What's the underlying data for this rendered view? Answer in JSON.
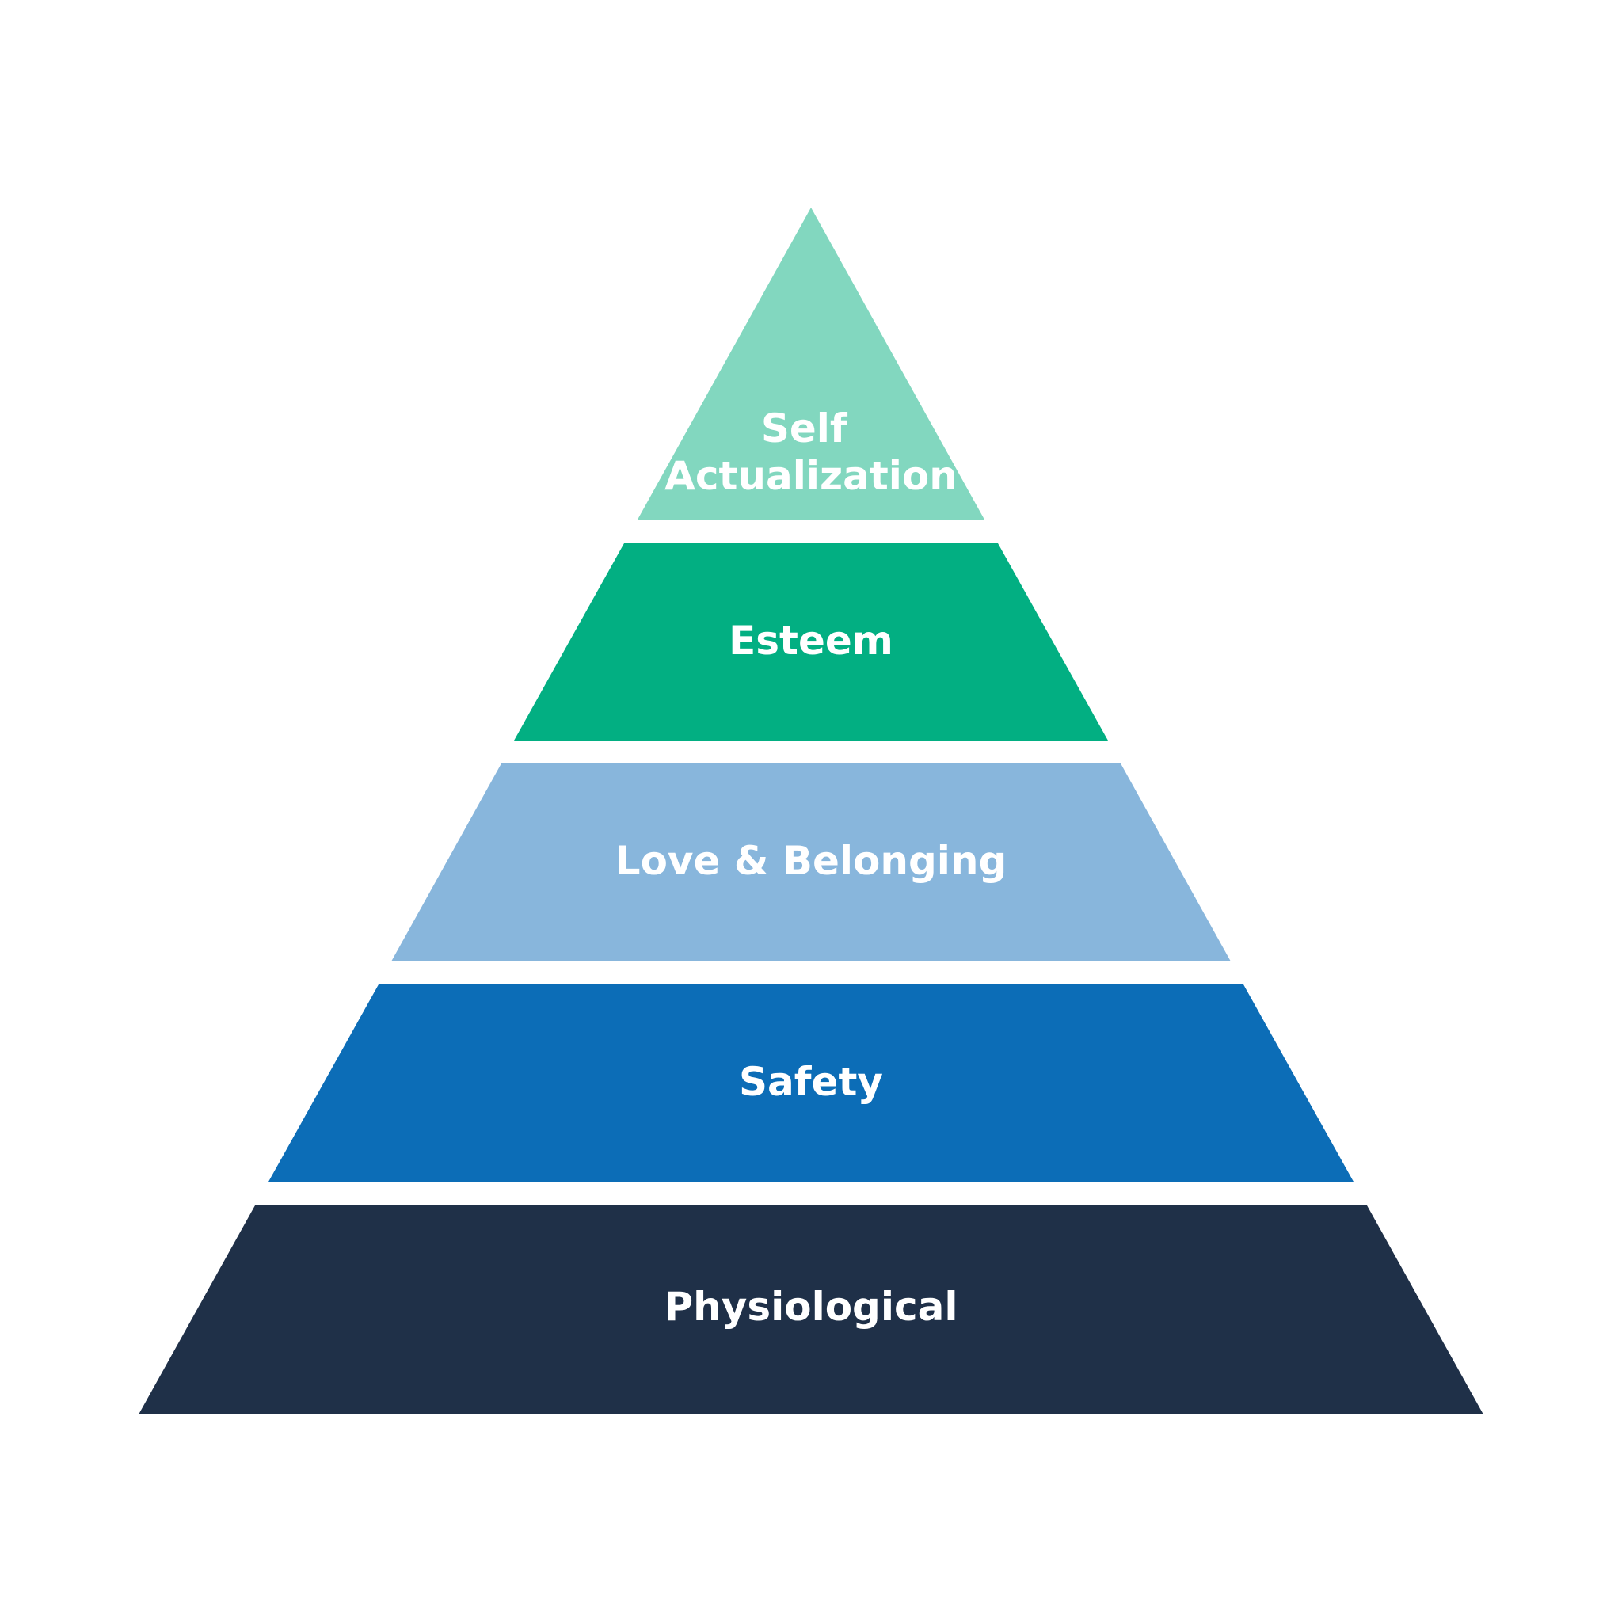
{
  "diagram": {
    "type": "pyramid",
    "levels": [
      {
        "key": "self_actualization",
        "label_lines": [
          "Self",
          "Actualization"
        ],
        "color": "#82D7BF"
      },
      {
        "key": "esteem",
        "label_lines": [
          "Esteem"
        ],
        "color": "#02AF82"
      },
      {
        "key": "love_belonging",
        "label_lines": [
          "Love & Belonging"
        ],
        "color": "#88B6DC"
      },
      {
        "key": "safety",
        "label_lines": [
          "Safety"
        ],
        "color": "#0C6DB7"
      },
      {
        "key": "physiological",
        "label_lines": [
          "Physiological"
        ],
        "color": "#1F3048"
      }
    ]
  }
}
